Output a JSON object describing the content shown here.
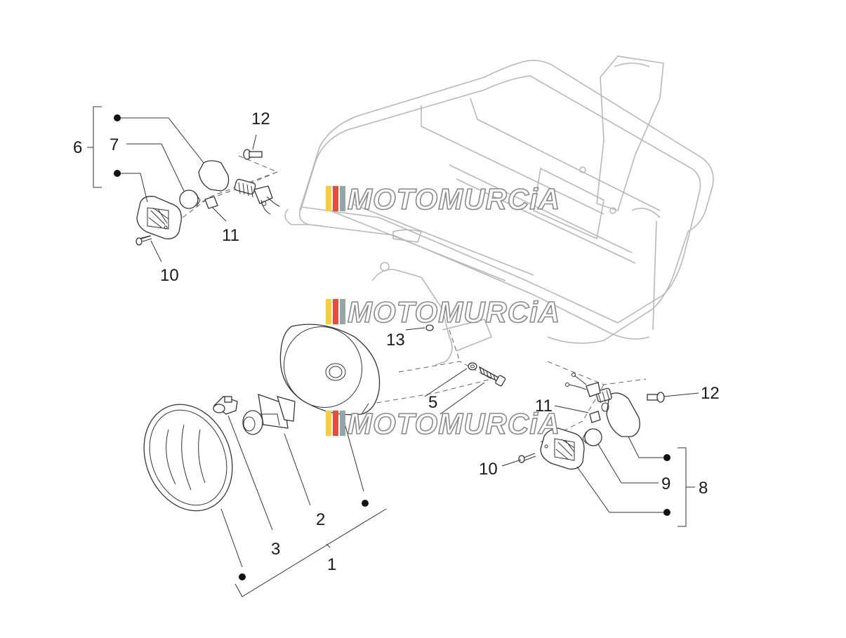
{
  "watermark": {
    "text": "MOTOMURCiA",
    "stripe_colors": [
      "#f4d03f",
      "#e74c3c",
      "#95a5a6"
    ]
  },
  "callouts": {
    "c1": "1",
    "c2": "2",
    "c3": "3",
    "c5": "5",
    "c6": "6",
    "c7": "7",
    "c8": "8",
    "c9": "9",
    "c10_left": "10",
    "c10_right": "10",
    "c11_left": "11",
    "c11_right": "11",
    "c12_left": "12",
    "c12_right": "12",
    "c13": "13"
  }
}
